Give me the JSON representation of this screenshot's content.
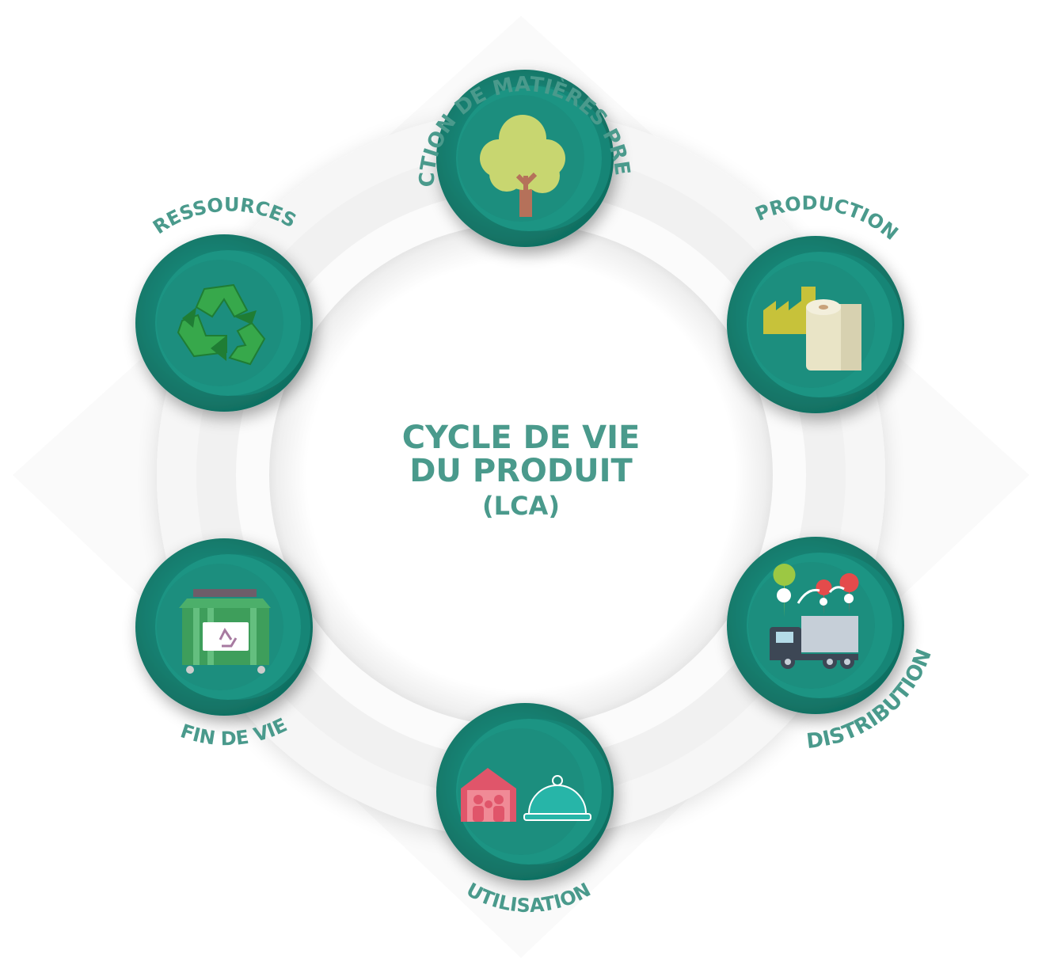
{
  "center": {
    "line1": "CYCLE DE VIE",
    "line2": "DU PRODUIT",
    "line3": "(LCA)"
  },
  "stages": {
    "extraction": "EXTRACTION DE MATIÈRES PREMIÈRES",
    "production": "PRODUCTION",
    "distribution": "DISTRIBUTION",
    "utilisation": "UTILISATION",
    "fin_de_vie": "FIN DE VIE",
    "ressources": "RESSOURCES"
  },
  "colors": {
    "teal": "#1a8e7e",
    "teal_dark": "#147667",
    "label": "#4a9a8c",
    "ring": "#eeeeee"
  },
  "icons": {
    "extraction": "tree-icon",
    "production": "factory-paper-roll-icon",
    "distribution": "delivery-truck-icon",
    "utilisation": "household-dish-icon",
    "fin_de_vie": "recycling-container-icon",
    "ressources": "recycle-icon"
  }
}
